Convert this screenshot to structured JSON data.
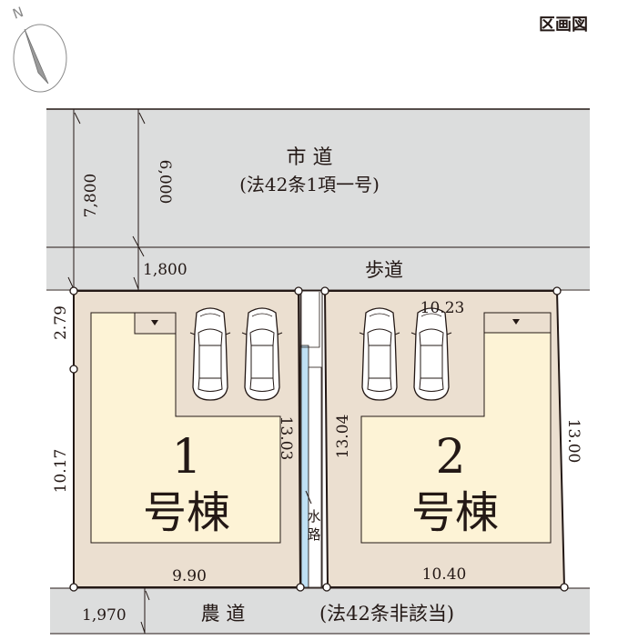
{
  "title": "区画図",
  "compass": {
    "label": "N"
  },
  "roads": {
    "city_road": {
      "name": "市 道",
      "note": "(法42条1項一号)"
    },
    "sidewalk": {
      "name": "歩道"
    },
    "farm_road": {
      "name": "農 道",
      "note": "(法42条非該当)"
    },
    "waterway": {
      "name1": "水",
      "name2": "路"
    }
  },
  "dimensions": {
    "road_total": "7,800",
    "road_main": "6,000",
    "sidewalk_width": "1,800",
    "farm_road_width": "1,970",
    "lot1_left_upper": "2.79",
    "lot1_left_lower": "10.17",
    "lot1_right": "13.03",
    "lot1_bottom": "9.90",
    "lot2_top": "10.23",
    "lot2_left": "13.04",
    "lot2_right": "13.00",
    "lot2_bottom": "10.40"
  },
  "lots": [
    {
      "number": "1",
      "label": "号棟"
    },
    {
      "number": "2",
      "label": "号棟"
    }
  ],
  "colors": {
    "road": "#dcdddd",
    "lot": "#ebdfd0",
    "building": "#fdf3d6",
    "water": "#bfe0f4",
    "line": "#231815"
  }
}
